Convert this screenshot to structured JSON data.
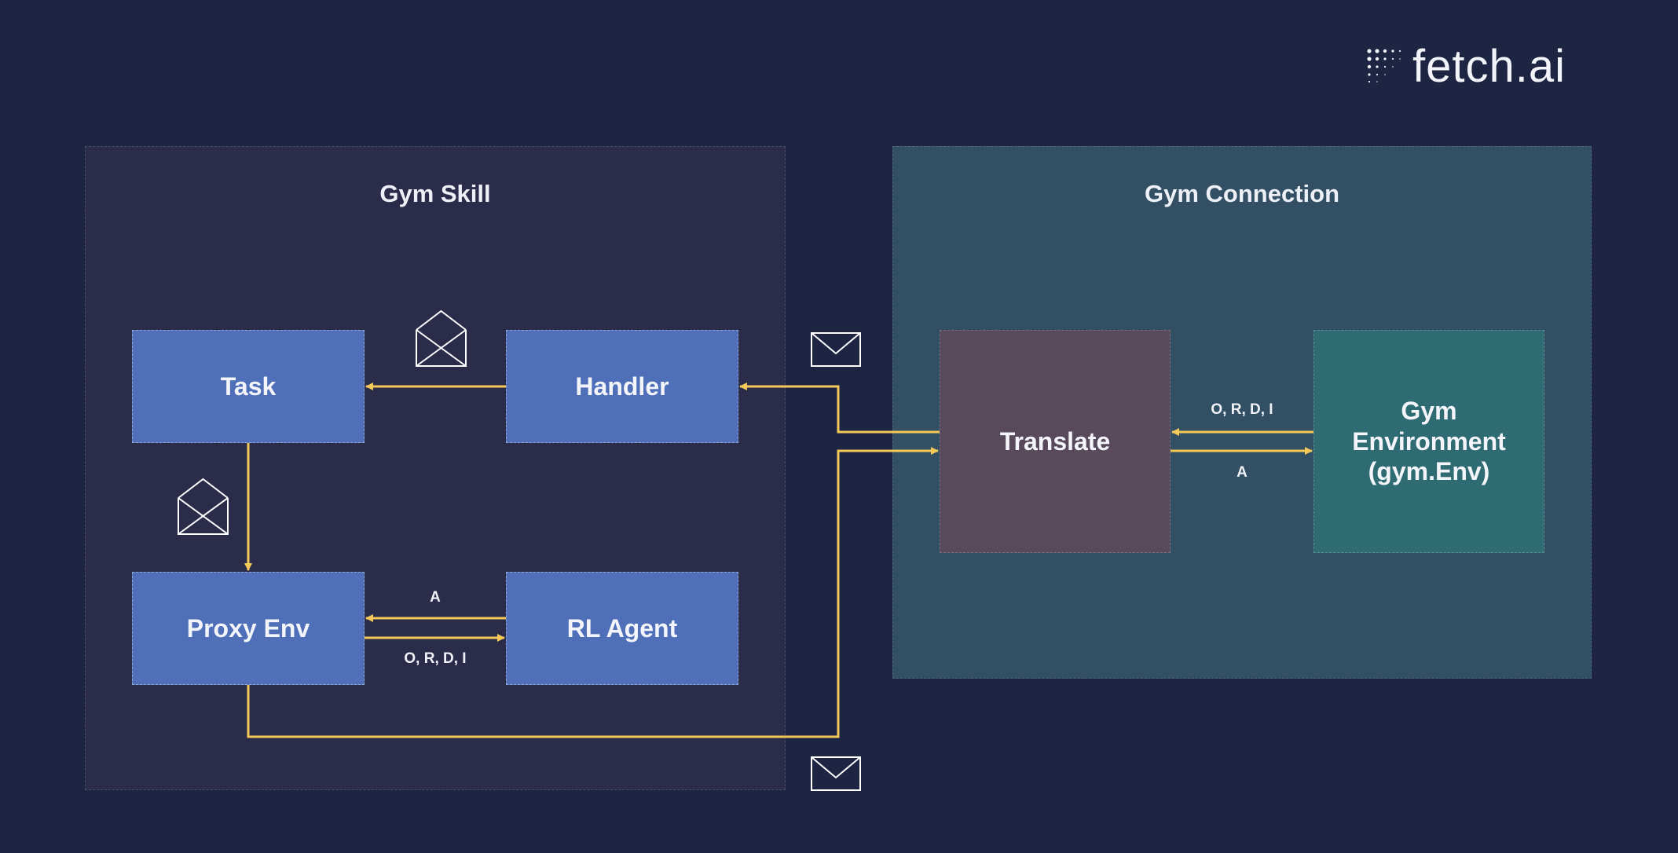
{
  "logo": {
    "text": "fetch.ai"
  },
  "panels": {
    "skill_title": "Gym Skill",
    "connection_title": "Gym Connection"
  },
  "boxes": {
    "task": "Task",
    "handler": "Handler",
    "proxy_env": "Proxy Env",
    "rl_agent": "RL Agent",
    "translate": "Translate",
    "gym_env_line1": "Gym",
    "gym_env_line2": "Environment",
    "gym_env_line3": "(gym.Env)"
  },
  "arrow_labels": {
    "proxy_rl_top": "A",
    "proxy_rl_bottom": "O, R, D, I",
    "translate_gym_top": "O, R, D, I",
    "translate_gym_bottom": "A"
  },
  "colors": {
    "background": "#1e2543",
    "skill_panel": "#2b2c4a",
    "connection_panel": "#324f64",
    "component_blue": "#4f6fb8",
    "translate_box": "#584a5a",
    "gym_env_box": "#2e6b72",
    "arrow": "#f5c85a"
  }
}
